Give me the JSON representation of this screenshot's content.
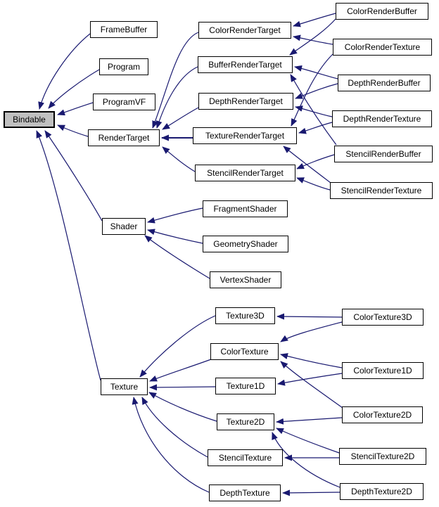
{
  "diagram": {
    "kind": "class-inheritance-graph",
    "colors": {
      "background": "#ffffff",
      "node_fill": "#ffffff",
      "node_border": "#000000",
      "current_node_fill": "#c0c0c0",
      "edge": "#191970"
    },
    "nodes": {
      "bindable": "Bindable",
      "framebuffer": "FrameBuffer",
      "program": "Program",
      "programvf": "ProgramVF",
      "rendertarget": "RenderTarget",
      "shader": "Shader",
      "texture": "Texture",
      "colorrendertarget": "ColorRenderTarget",
      "bufferrendertarget": "BufferRenderTarget",
      "depthrendertarget": "DepthRenderTarget",
      "texturerendertarget": "TextureRenderTarget",
      "stencilrendertarget": "StencilRenderTarget",
      "fragmentshader": "FragmentShader",
      "geometryshader": "GeometryShader",
      "vertexshader": "VertexShader",
      "texture3d": "Texture3D",
      "colortexture": "ColorTexture",
      "texture1d": "Texture1D",
      "texture2d": "Texture2D",
      "stenciltexture": "StencilTexture",
      "depthtexture": "DepthTexture",
      "colorrenderbuffer": "ColorRenderBuffer",
      "colorrendertexture": "ColorRenderTexture",
      "depthrenderbuffer": "DepthRenderBuffer",
      "depthrendertexture": "DepthRenderTexture",
      "stencilrenderbuffer": "StencilRenderBuffer",
      "stencilrendertexture": "StencilRenderTexture",
      "colortexture3d": "ColorTexture3D",
      "colortexture1d": "ColorTexture1D",
      "colortexture2d": "ColorTexture2D",
      "stenciltexture2d": "StencilTexture2D",
      "depthtexture2d": "DepthTexture2D"
    },
    "edges": [
      {
        "from": "FrameBuffer",
        "to": "Bindable"
      },
      {
        "from": "Program",
        "to": "Bindable"
      },
      {
        "from": "ProgramVF",
        "to": "Bindable"
      },
      {
        "from": "RenderTarget",
        "to": "Bindable"
      },
      {
        "from": "Shader",
        "to": "Bindable"
      },
      {
        "from": "Texture",
        "to": "Bindable"
      },
      {
        "from": "ColorRenderTarget",
        "to": "RenderTarget"
      },
      {
        "from": "BufferRenderTarget",
        "to": "RenderTarget"
      },
      {
        "from": "DepthRenderTarget",
        "to": "RenderTarget"
      },
      {
        "from": "TextureRenderTarget",
        "to": "RenderTarget"
      },
      {
        "from": "StencilRenderTarget",
        "to": "RenderTarget"
      },
      {
        "from": "ColorRenderBuffer",
        "to": "ColorRenderTarget"
      },
      {
        "from": "ColorRenderBuffer",
        "to": "BufferRenderTarget"
      },
      {
        "from": "ColorRenderTexture",
        "to": "ColorRenderTarget"
      },
      {
        "from": "ColorRenderTexture",
        "to": "TextureRenderTarget"
      },
      {
        "from": "DepthRenderBuffer",
        "to": "BufferRenderTarget"
      },
      {
        "from": "DepthRenderBuffer",
        "to": "DepthRenderTarget"
      },
      {
        "from": "DepthRenderTexture",
        "to": "DepthRenderTarget"
      },
      {
        "from": "DepthRenderTexture",
        "to": "TextureRenderTarget"
      },
      {
        "from": "StencilRenderBuffer",
        "to": "BufferRenderTarget"
      },
      {
        "from": "StencilRenderBuffer",
        "to": "StencilRenderTarget"
      },
      {
        "from": "StencilRenderTexture",
        "to": "TextureRenderTarget"
      },
      {
        "from": "StencilRenderTexture",
        "to": "StencilRenderTarget"
      },
      {
        "from": "FragmentShader",
        "to": "Shader"
      },
      {
        "from": "GeometryShader",
        "to": "Shader"
      },
      {
        "from": "VertexShader",
        "to": "Shader"
      },
      {
        "from": "Texture3D",
        "to": "Texture"
      },
      {
        "from": "ColorTexture",
        "to": "Texture"
      },
      {
        "from": "Texture1D",
        "to": "Texture"
      },
      {
        "from": "Texture2D",
        "to": "Texture"
      },
      {
        "from": "StencilTexture",
        "to": "Texture"
      },
      {
        "from": "DepthTexture",
        "to": "Texture"
      },
      {
        "from": "ColorTexture3D",
        "to": "Texture3D"
      },
      {
        "from": "ColorTexture3D",
        "to": "ColorTexture"
      },
      {
        "from": "ColorTexture1D",
        "to": "ColorTexture"
      },
      {
        "from": "ColorTexture1D",
        "to": "Texture1D"
      },
      {
        "from": "ColorTexture2D",
        "to": "ColorTexture"
      },
      {
        "from": "ColorTexture2D",
        "to": "Texture2D"
      },
      {
        "from": "StencilTexture2D",
        "to": "Texture2D"
      },
      {
        "from": "StencilTexture2D",
        "to": "StencilTexture"
      },
      {
        "from": "DepthTexture2D",
        "to": "Texture2D"
      },
      {
        "from": "DepthTexture2D",
        "to": "DepthTexture"
      }
    ]
  }
}
